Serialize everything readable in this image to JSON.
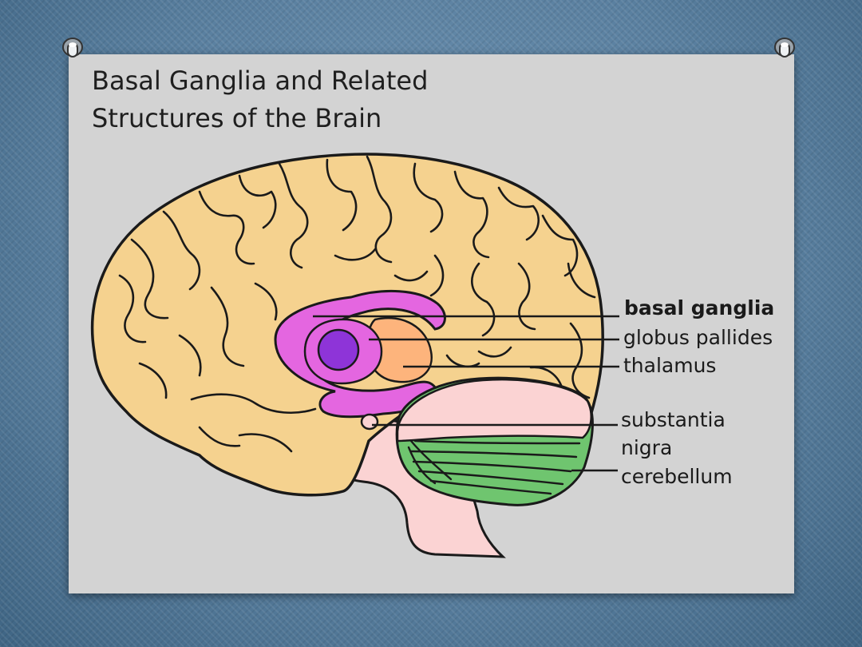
{
  "title": {
    "line1": "Basal Ganglia and Related",
    "line2": "Structures of the Brain"
  },
  "labels": {
    "basal_ganglia": "basal ganglia",
    "globus_pallides": "globus pallides",
    "thalamus": "thalamus",
    "substantia_line1": "substantia",
    "substantia_line2": "nigra",
    "cerebellum": "cerebellum"
  },
  "colors": {
    "cortex": "#f5d28f",
    "basal_ganglia": "#e466e0",
    "globus_pallides": "#8e34d8",
    "thalamus": "#fdb47c",
    "cerebellum": "#6fc56f",
    "brainstem": "#fbd3d3",
    "card": "#d3d3d3",
    "background": "#5f86a6"
  }
}
